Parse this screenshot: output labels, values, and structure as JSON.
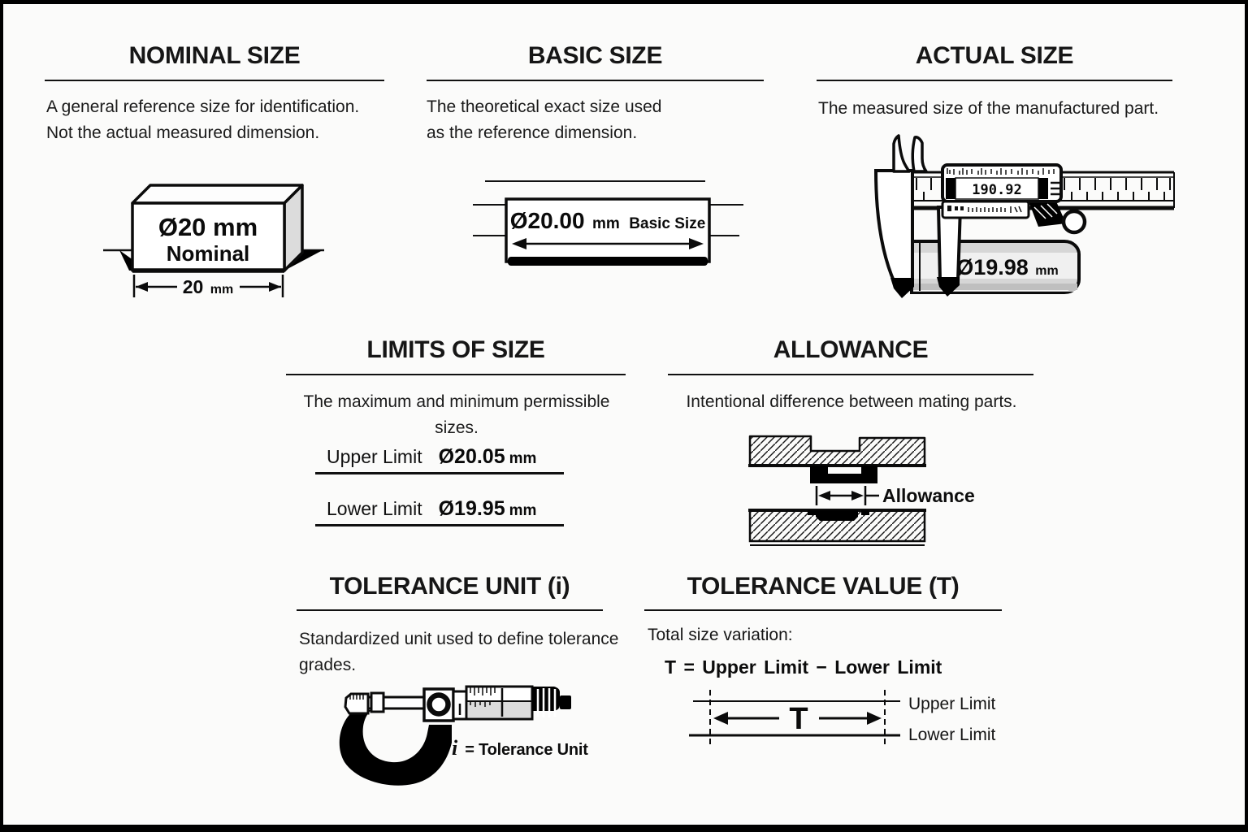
{
  "page": {
    "background": "#fbfbfa",
    "frame_color": "#000000",
    "ink_color": "#0d0d0d",
    "metal_gray": "#d6d6d6",
    "thimble_gray": "#dcdcdc"
  },
  "sections": {
    "nominal": {
      "title": "NOMINAL SIZE",
      "description_line1": "A general reference size for identification.",
      "description_line2": "Not the actual measured dimension.",
      "diagram": {
        "label_value": "Ø20 mm",
        "label_name": "Nominal",
        "dimension_value": "20",
        "dimension_unit": "mm"
      }
    },
    "basic": {
      "title": "BASIC SIZE",
      "description_line1": "The theoretical exact size used",
      "description_line2": "as the reference dimension.",
      "diagram": {
        "label_value": "Ø20.00",
        "label_unit": "mm",
        "label_suffix": "Basic Size"
      }
    },
    "actual": {
      "title": "ACTUAL SIZE",
      "description_line1": "The measured size of the manufactured part.",
      "diagram": {
        "display_reading": "190.92",
        "part_label_value": "Ø19.98",
        "part_label_unit": "mm"
      }
    },
    "limits": {
      "title": "LIMITS OF SIZE",
      "description": "The maximum and minimum permissible sizes.",
      "rows": [
        {
          "label": "Upper Limit",
          "value": "Ø20.05",
          "unit": "mm"
        },
        {
          "label": "Lower Limit",
          "value": "Ø19.95",
          "unit": "mm"
        }
      ]
    },
    "allowance": {
      "title": "ALLOWANCE",
      "description": "Intentional difference between mating parts.",
      "diagram_label": "Allowance"
    },
    "tolerance_unit": {
      "title": "TOLERANCE UNIT (i)",
      "description_line1": "Standardized unit used to define tolerance",
      "description_line2": "grades.",
      "symbol": "i",
      "symbol_label": "= Tolerance Unit"
    },
    "tolerance_value": {
      "title": "TOLERANCE VALUE (T)",
      "intro": "Total size variation:",
      "formula": "T = Upper Limit − Lower Limit",
      "diagram": {
        "t_label": "T",
        "upper_label": "Upper Limit",
        "lower_label": "Lower Limit"
      }
    }
  }
}
